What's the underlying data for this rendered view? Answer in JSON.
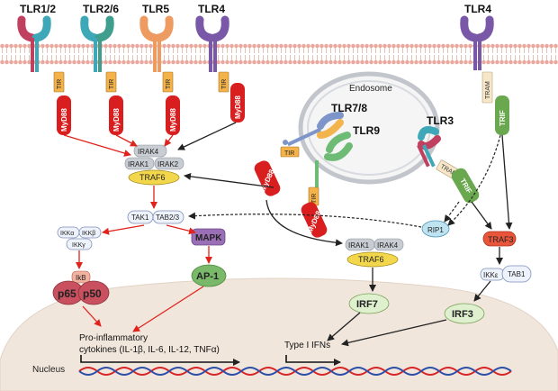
{
  "receptors": {
    "tlr12": "TLR1/2",
    "tlr26": "TLR2/6",
    "tlr5": "TLR5",
    "tlr4": "TLR4",
    "tlr4_right": "TLR4",
    "tlr78": "TLR7/8",
    "tlr9": "TLR9",
    "tlr3": "TLR3"
  },
  "adaptors": {
    "tir": "TIR",
    "myd88": "MyD88",
    "tram": "TRAM",
    "trif": "TRIF"
  },
  "compartments": {
    "endosome": "Endosome",
    "nucleus": "Nucleus"
  },
  "proteins": {
    "irak4": "IRAK4",
    "irak1": "IRAK1",
    "irak2": "IRAK2",
    "traf6": "TRAF6",
    "tak1": "TAK1",
    "tab23": "TAB2/3",
    "ikka": "IKKα",
    "ikkb": "IKKβ",
    "ikkg": "IKKγ",
    "ikb": "IkB",
    "p65": "p65",
    "p50": "p50",
    "mapk": "MAPK",
    "ap1": "AP-1",
    "irf7": "IRF7",
    "rip1": "RIP1",
    "traf3": "TRAF3",
    "ikke": "IKKε",
    "tab1": "TAB1",
    "irf3": "IRF3"
  },
  "outputs": {
    "cytokines_line1": "Pro-inflammatory",
    "cytokines_line2": "cytokines (IL-1β, IL-6, IL-12, TNFα)",
    "ifn": "Type I IFNs"
  },
  "colors": {
    "activation_red": "#e0231c",
    "signal_black": "#222222",
    "myd88_red": "#d81e1e",
    "trif_green": "#6aa84f",
    "traf6_yellow": "#f2d64b",
    "tir_orange": "#f3b24a",
    "mapk_purple": "#9b6fb5",
    "ap1_green": "#7ab86a",
    "nfkb_red": "#c9505e",
    "nucleus_fill": "#f1e6dc",
    "membrane": "#e7b3aa"
  }
}
